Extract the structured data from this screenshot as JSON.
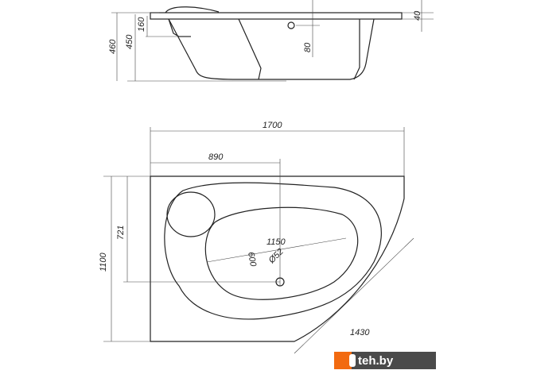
{
  "side_view": {
    "dims": {
      "overall_height": "460",
      "tub_height": "450",
      "headrest": "160",
      "overflow": "80",
      "rim": "40"
    }
  },
  "top_view": {
    "dims": {
      "length": "1700",
      "offset": "890",
      "width": "1100",
      "side": "721",
      "inner_length": "1150",
      "inner_width": "600",
      "drain": "Ø52",
      "diagonal": "1430"
    }
  },
  "watermark": {
    "text": "teh.by"
  }
}
